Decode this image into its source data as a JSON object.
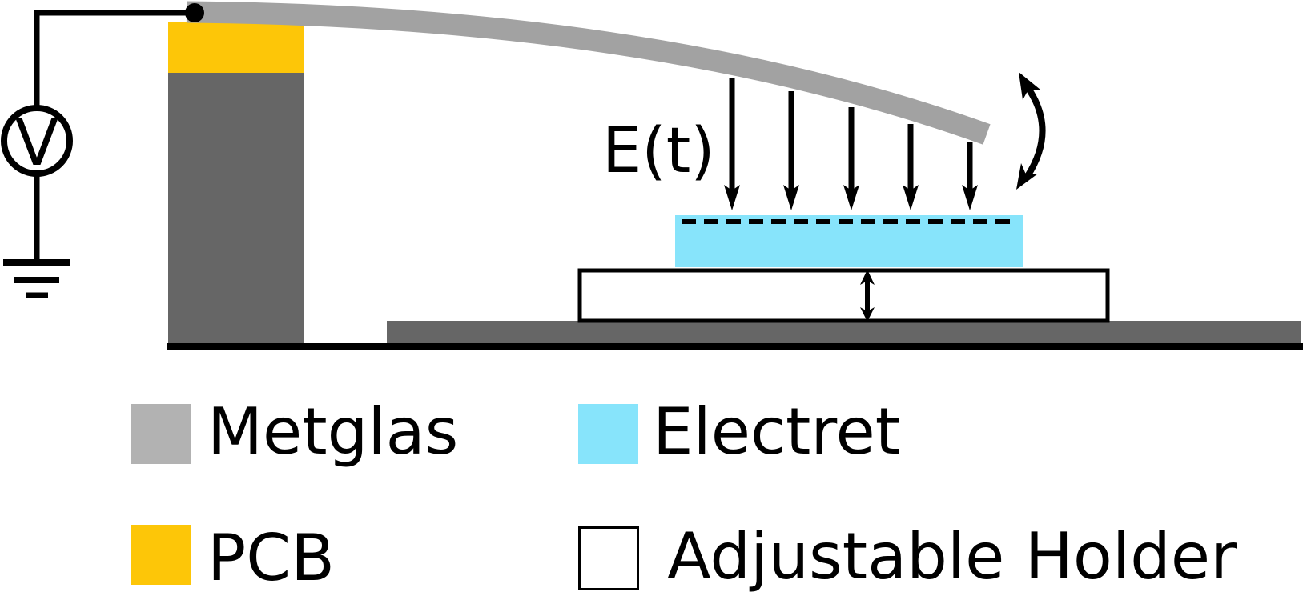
{
  "source": {
    "label": "V"
  },
  "field": {
    "label": "E(t)"
  },
  "legend": {
    "items": [
      {
        "label": "Metglas",
        "color": "#b2b2b2"
      },
      {
        "label": "Electret",
        "color": "#87e4fb"
      },
      {
        "label": "PCB",
        "color": "#fdc608"
      },
      {
        "label": "Adjustable Holder",
        "color": "#ffffff"
      }
    ]
  },
  "colors": {
    "metglas_beam": "#a2a2a2",
    "pcb": "#fdc608",
    "electret": "#87e4fb",
    "support": "#666666",
    "holder_fill": "#ffffff",
    "ink": "#000000"
  }
}
